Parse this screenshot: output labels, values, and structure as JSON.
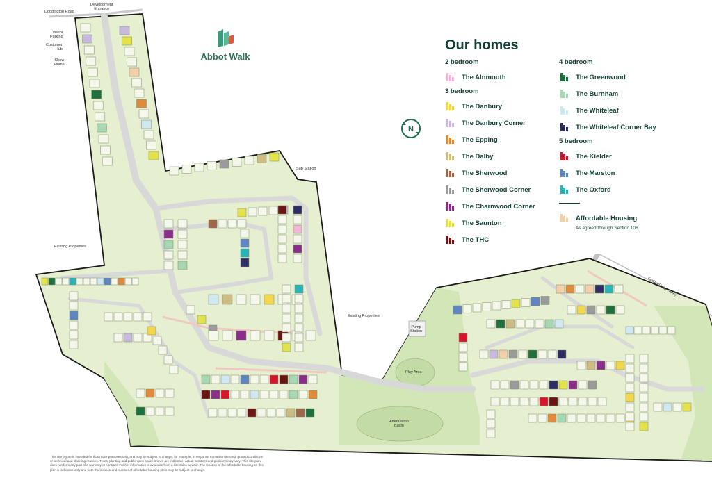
{
  "brand": {
    "name": "Abbot Walk",
    "logo_icon": "abbot-walk-leaf-logo-icon"
  },
  "legend": {
    "title": "Our homes",
    "groups": [
      {
        "label": "2 bedroom",
        "items": [
          {
            "name": "The Alnmouth",
            "color": "#f3b6d6"
          }
        ]
      },
      {
        "label": "3 bedroom",
        "items": [
          {
            "name": "The Danbury",
            "color": "#f2d64c"
          },
          {
            "name": "The Danbury Corner",
            "color": "#c9b9de"
          },
          {
            "name": "The Epping",
            "color": "#e08a3c"
          },
          {
            "name": "The Dalby",
            "color": "#cdbd83"
          },
          {
            "name": "The Sherwood",
            "color": "#a0664a"
          },
          {
            "name": "The Sherwood Corner",
            "color": "#9b9b9b"
          },
          {
            "name": "The Charnwood Corner",
            "color": "#8a2e8a"
          },
          {
            "name": "The Saunton",
            "color": "#e3e24a"
          },
          {
            "name": "The THC",
            "color": "#6b1414"
          }
        ]
      },
      {
        "label": "4 bedroom",
        "items": [
          {
            "name": "The Greenwood",
            "color": "#1f6f3f"
          },
          {
            "name": "The Burnham",
            "color": "#a8d7b3"
          },
          {
            "name": "The Whiteleaf",
            "color": "#cfe8f2"
          },
          {
            "name": "The Whiteleaf Corner Bay",
            "color": "#2e2d63"
          }
        ]
      },
      {
        "label": "5 bedroom",
        "items": [
          {
            "name": "The Kielder",
            "color": "#d5162d"
          },
          {
            "name": "The Marston",
            "color": "#5f86c2"
          },
          {
            "name": "The Oxford",
            "color": "#2bb3b7"
          }
        ]
      }
    ],
    "affordable": {
      "name": "Affordable Housing",
      "note": "As agreed through Section 106",
      "color": "#f3cfac"
    }
  },
  "map_labels": {
    "doddington_road": "Doddington Road",
    "development_entrance": "Development\nEntrance",
    "visitor_parking": "Visitor\nParking",
    "customer_hub": "Customer\nHub",
    "show_home": "Show\nHome",
    "sub_station": "Sub Station",
    "existing_properties_west": "Existing Properties",
    "existing_properties_centre": "Existing Properties",
    "pump_station": "Pump\nStation",
    "play_area": "Play Area",
    "attenuation_basin": "Attenuation\nBasin",
    "fenland_way": "Fenland Way (A46)"
  },
  "compass": {
    "letter": "N",
    "icon": "north-arrow-compass-icon"
  },
  "colors": {
    "site_fill": "#e6efd0",
    "site_border": "#1a1a1a",
    "road": "#dcdcdc",
    "footpath": "#efc9c0",
    "green_space": "#d3e6b8"
  },
  "disclaimer": "This site layout is intended for illustrative purposes only, and may be subject to change, for example, in response to market demand, ground conditions or technical and planning reasons. Trees, planting and public open space shown are indicative, actual numbers and positions may vary. This site plan does not form any part of a warranty or contract. Further information is available from a site sales advisor. The location of the affordable housing on this plan is indicative only and both the location and number of affordable housing plots may be subject to change."
}
